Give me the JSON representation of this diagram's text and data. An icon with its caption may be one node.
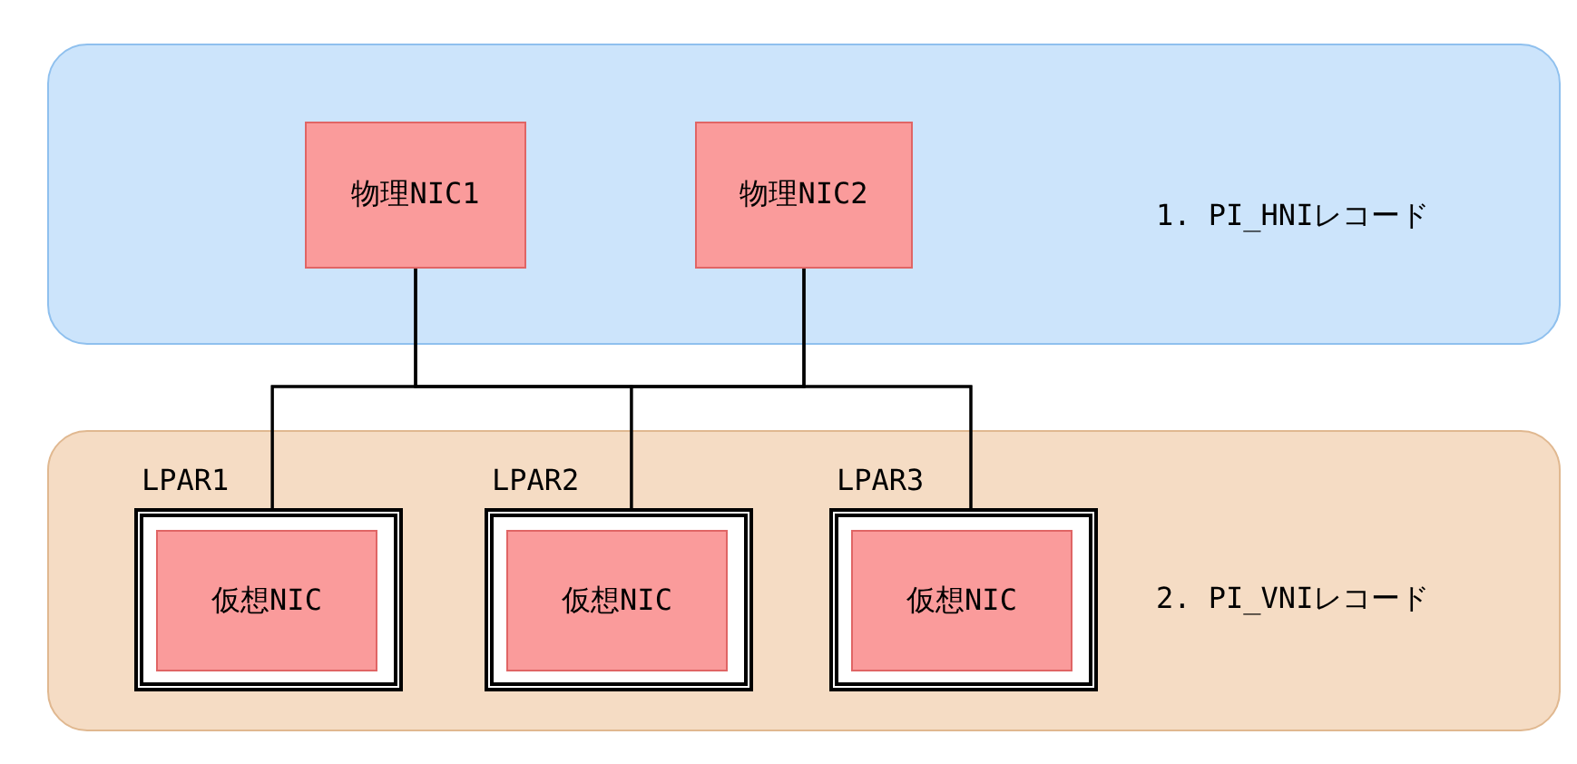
{
  "diagram": {
    "nodes": [
      {
        "text": [
          "1. PI_HNIレコード"
        ]
      },
      {
        "text": [
          "物理NIC1"
        ],
        "in": 0
      },
      {
        "text": [
          "物理NIC2"
        ],
        "in": 0
      },
      {
        "text": [
          "2. PI_VNIレコード"
        ]
      },
      {
        "text": [
          "LPAR1"
        ],
        "in": 3
      },
      {
        "text": [
          "仮想NIC"
        ],
        "in": 4
      },
      {
        "text": [
          "LPAR2"
        ],
        "in": 3
      },
      {
        "text": [
          "仮想NIC"
        ],
        "in": 6
      },
      {
        "text": [
          "LPAR3"
        ],
        "in": 3
      },
      {
        "text": [
          "仮想NIC"
        ],
        "in": 8
      }
    ],
    "edges": [
      {
        "from": 1,
        "to": 4,
        "arrow": "none"
      },
      {
        "from": 1,
        "to": 6,
        "arrow": "none"
      },
      {
        "from": 1,
        "to": 8,
        "arrow": "none"
      },
      {
        "from": 2,
        "to": 4,
        "arrow": "none"
      },
      {
        "from": 2,
        "to": 6,
        "arrow": "none"
      },
      {
        "from": 2,
        "to": 8,
        "arrow": "none"
      }
    ]
  }
}
